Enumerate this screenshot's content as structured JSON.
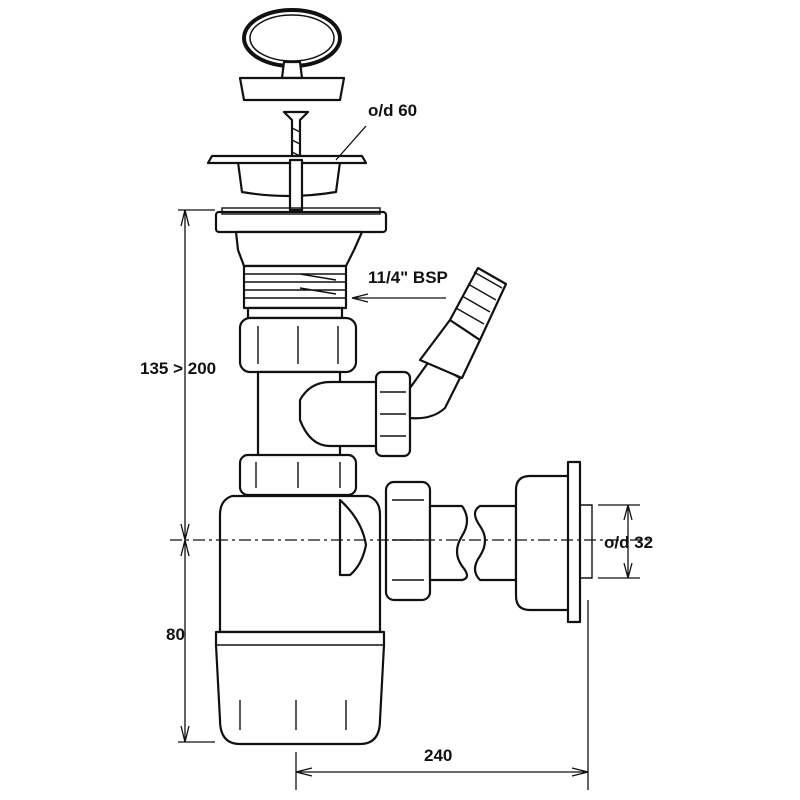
{
  "labels": {
    "strainer_diameter": "o/d 60",
    "thread": "11/4\" BSP",
    "height_range": "135 > 200",
    "trap_depth": "80",
    "outlet_diameter": "o/d 32",
    "outlet_projection": "240"
  },
  "colors": {
    "line": "#111111",
    "background": "#ffffff"
  }
}
